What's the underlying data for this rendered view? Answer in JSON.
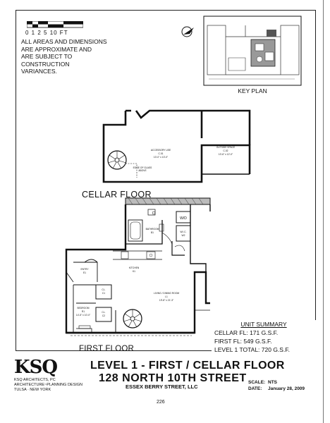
{
  "scale": {
    "ticks": "0 1 2    5    10 FT"
  },
  "notes": [
    "ALL AREAS AND DIMENSIONS",
    "ARE APPROXIMATE AND",
    "ARE SUBJECT TO",
    "CONSTRUCTION",
    "VARIANCES."
  ],
  "key_plan_title": "KEY PLAN",
  "cellar": {
    "label": "CELLAR FLOOR",
    "accessory_use": [
      "ACCESSORY USE",
      "C.01",
      "10'-0\" x 13'-0\""
    ],
    "outside_space": [
      "OUTSIDE SPACE",
      "C.02",
      "10'-6\" x 12'-0\""
    ],
    "glass": [
      "EDGE OF GLASS",
      "ABOVE"
    ]
  },
  "first_floor": {
    "label": "FIRST FLOOR",
    "bathroom": [
      "BATHROOM",
      "B1"
    ],
    "wd": "W/D",
    "wic": [
      "W.I.C.",
      "W2"
    ],
    "kitchen": [
      "KITCHEN",
      "K1"
    ],
    "entry": [
      "ENTRY",
      "E1"
    ],
    "cl1": [
      "CL.",
      "C1"
    ],
    "cl2": [
      "CL.",
      "C2"
    ],
    "living": [
      "LIVING / DINING ROOM",
      "L1",
      "19'-8\" x 21'-3\""
    ],
    "bedroom": [
      "BEDROOM",
      "R1",
      "14'-5\" x 10'-0\""
    ]
  },
  "unit_summary": {
    "title": "UNIT SUMMARY",
    "rows": [
      "CELLAR FL: 171 G.S.F.",
      "FIRST FL: 549 G.S.F.",
      "LEVEL 1 TOTAL: 720 G.S.F."
    ]
  },
  "firm": {
    "logo": "KSQ",
    "lines": [
      "KSQ ARCHITECTS, PC",
      "ARCHITECTURE~PLANNING DESIGN",
      "TULSA · NEW YORK"
    ]
  },
  "title": {
    "main": "LEVEL 1 - FIRST / CELLAR FLOOR",
    "sub": "128 NORTH 10TH STREET",
    "owner": "ESSEX BERRY STREET, LLC"
  },
  "scale_info": {
    "scale_label": "SCALE:",
    "scale_value": "NTS",
    "date_label": "DATE:",
    "date_value": "January 28, 2009"
  },
  "page_number": "226"
}
